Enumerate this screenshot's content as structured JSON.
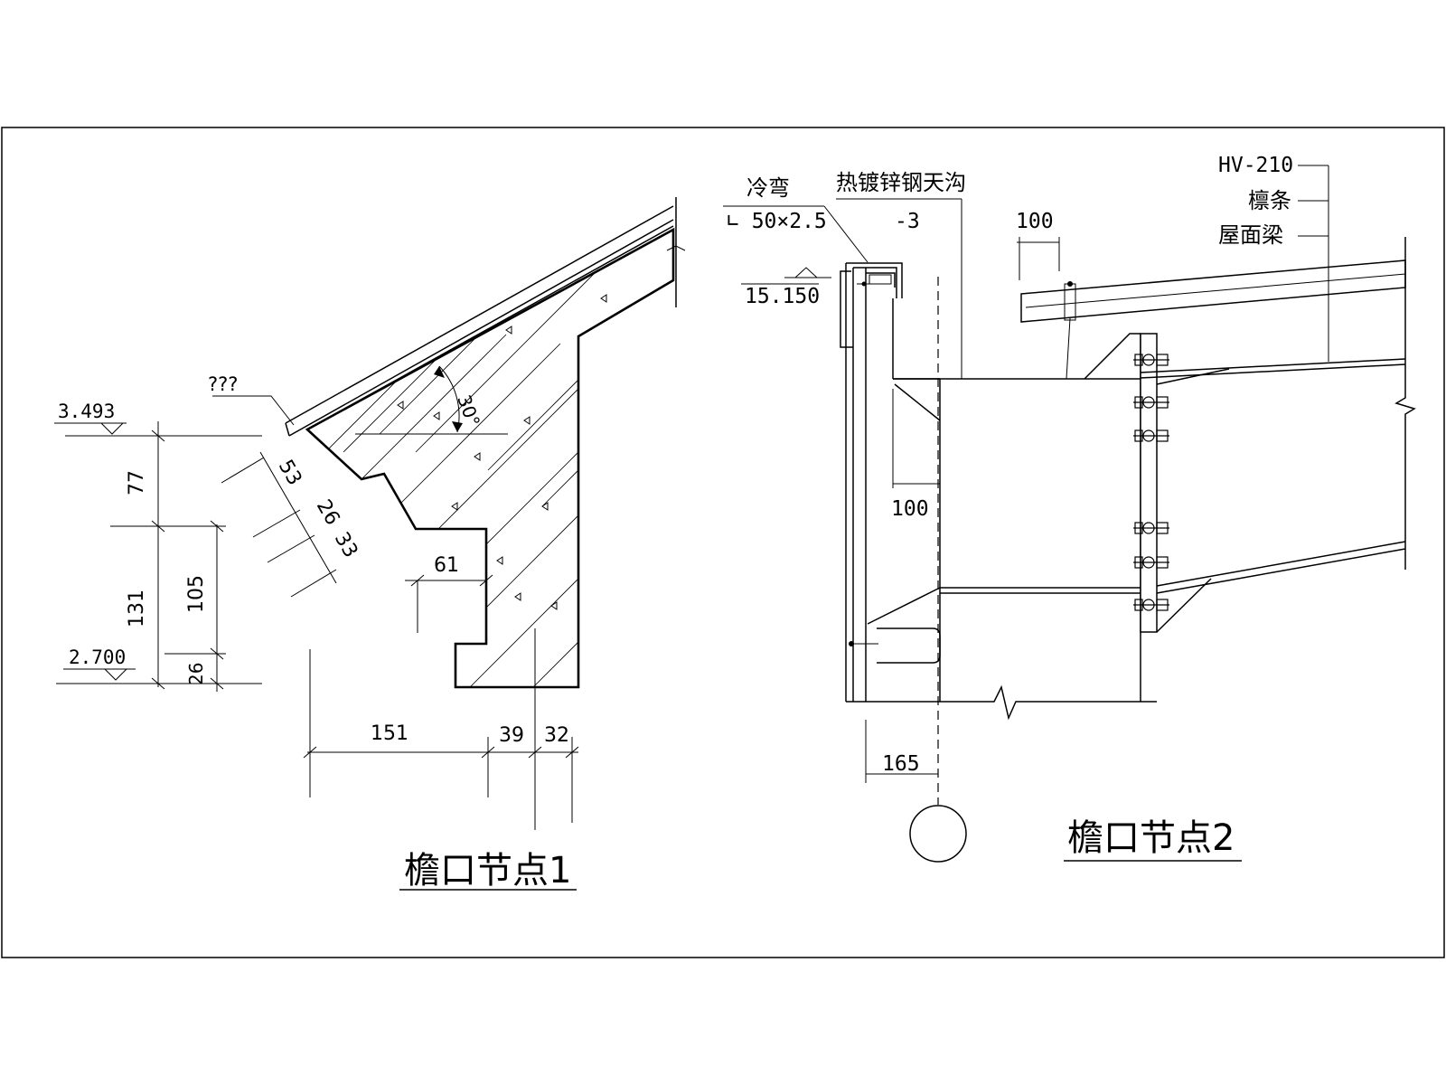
{
  "node1": {
    "title": "檐口节点1",
    "leader_label": "???",
    "angle_label": "30°",
    "elevation_top": "3.493",
    "elevation_bottom": "2.700",
    "vertical_dims": [
      "77",
      "131",
      "105",
      "26"
    ],
    "slant_dims": [
      "53",
      "26",
      "33"
    ],
    "step_dim": "61",
    "horizontal_dims": [
      "151",
      "39",
      "32"
    ]
  },
  "node2": {
    "title": "檐口节点2",
    "label_cold_bent": "冷弯",
    "label_angle_steel": "∟ 50×2.5",
    "label_gutter": "热镀锌钢天沟",
    "label_gutter_thk": "-3",
    "elevation": "15.150",
    "dim_purlin_spacing": "100",
    "dim_offset": "100",
    "dim_bottom": "165",
    "label_hv": "HV-210",
    "label_purlin": "檩条",
    "label_roof_beam": "屋面梁"
  }
}
